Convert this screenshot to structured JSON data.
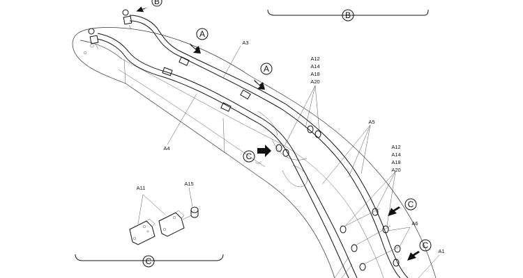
{
  "callouts": {
    "a_top": "A",
    "a_mid": "A",
    "b_top": "B",
    "b_bracket": "B",
    "c_left": "C",
    "c_right_upper": "C",
    "c_right_lower": "C",
    "c_detail": "C"
  },
  "parts": {
    "a1": "A1",
    "a3": "A3",
    "a4": "A4",
    "a5": "A5",
    "a6": "A6",
    "a11": "A11",
    "a15": "A15",
    "group_upper": [
      "A12",
      "A14",
      "A18",
      "A20"
    ],
    "group_lower": [
      "A12",
      "A14",
      "A18",
      "A20"
    ]
  }
}
